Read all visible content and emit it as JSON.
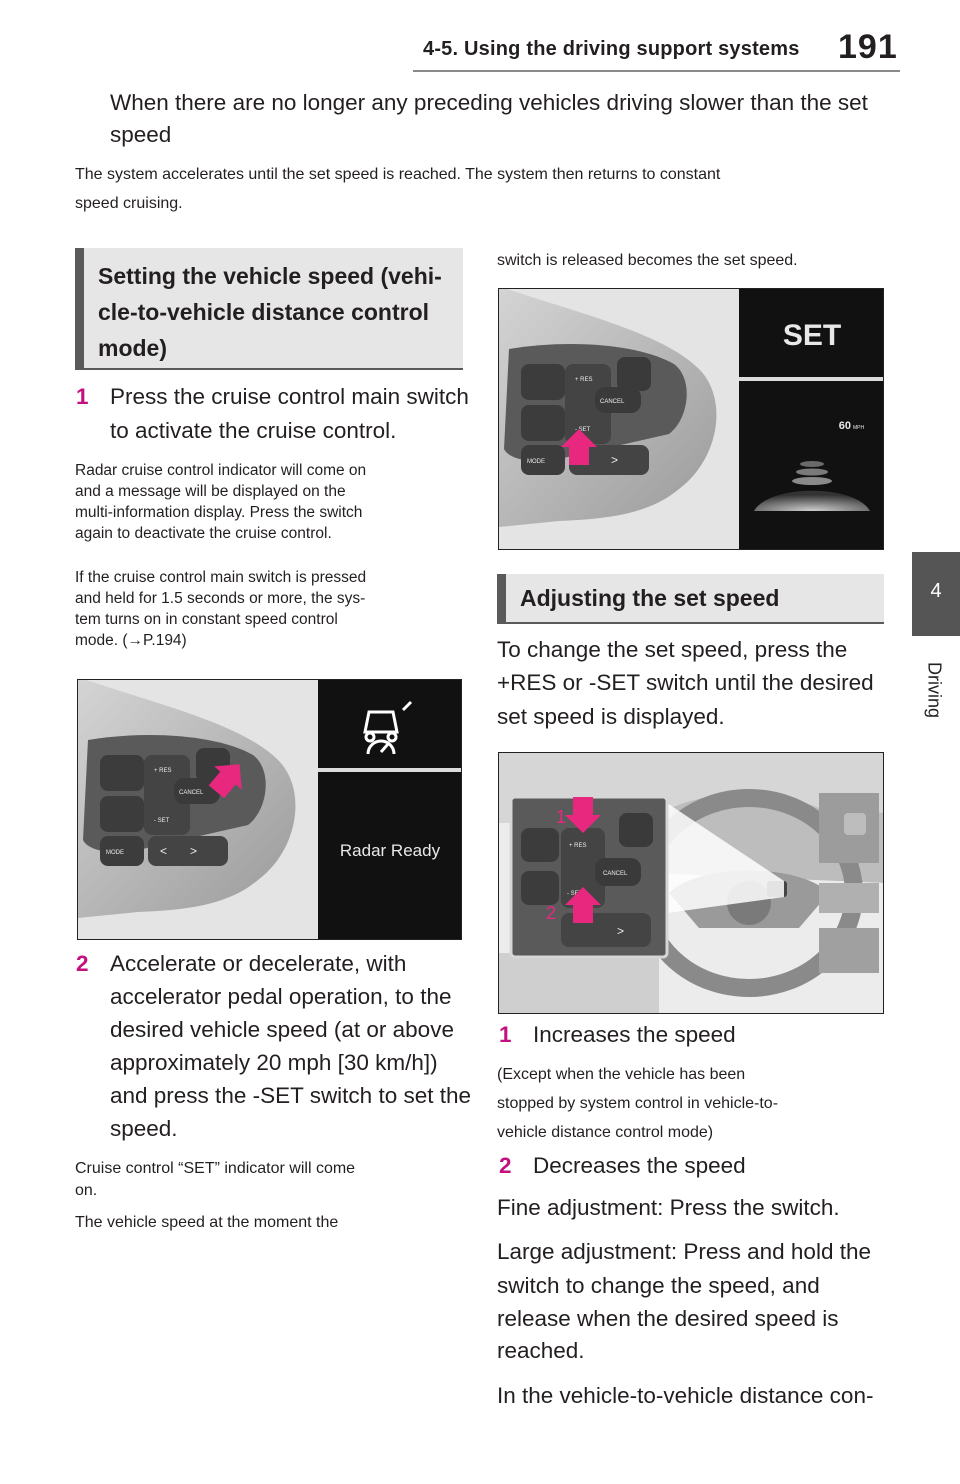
{
  "header": {
    "section_title": "4-5. Using the driving support systems",
    "page_number": "191"
  },
  "side_tab": {
    "number": "4",
    "label": "Driving"
  },
  "intro": {
    "lead_line1": "When there are no longer any preceding vehicles driving slower than the set",
    "lead_line2": "speed",
    "note_line1": "The system accelerates until the set speed is reached. The system then returns to constant",
    "note_line2": "speed cruising."
  },
  "section_setting": {
    "heading_line1": "Setting the vehicle speed (vehi-",
    "heading_line2": "cle-to-vehicle distance control",
    "heading_line3": "mode)",
    "step1_num": "1",
    "step1_line1": "Press the cruise control main switch",
    "step1_line2": "to activate the cruise control.",
    "step1_note": [
      "Radar cruise control indicator will come on",
      "and a message will be displayed on the",
      "multi-information display. Press the switch",
      "again to deactivate the cruise control."
    ],
    "step1_note2": [
      "If the cruise control main switch is pressed",
      "and held for 1.5 seconds or more, the sys-",
      "tem turns on in constant speed control",
      "mode. (→P.194)"
    ],
    "figure1": {
      "switch_labels": {
        "res": "+ RES",
        "set": "- SET",
        "cancel": "CANCEL",
        "mode": "MODE"
      },
      "display_text": "Radar Ready"
    },
    "step2_num": "2",
    "step2_lines": [
      "Accelerate or decelerate, with",
      "accelerator pedal operation, to the",
      "desired vehicle speed (at or above",
      "approximately 20 mph [30 km/h])",
      "and press the -SET switch to set the",
      "speed."
    ],
    "step2_note": [
      "Cruise control “SET” indicator will come",
      "on."
    ],
    "step2_note2_line1": "The vehicle speed at the moment the",
    "step2_note2_line2": "switch is released becomes the set speed.",
    "figure2": {
      "switch_labels": {
        "res": "+ RES",
        "set": "- SET",
        "cancel": "CANCEL",
        "mode": "MODE"
      },
      "display_set": "SET",
      "display_speed": "60",
      "display_unit": "MPH"
    }
  },
  "section_adjust": {
    "heading": "Adjusting the set speed",
    "body": [
      "To change the set speed, press the",
      "+RES or -SET switch until the desired",
      "set speed is displayed."
    ],
    "figure3": {
      "switch_labels": {
        "res": "+ RES",
        "set": "- SET",
        "cancel": "CANCEL"
      },
      "callout1": "1",
      "callout2": "2"
    },
    "item1_num": "1",
    "item1_text": "Increases the speed",
    "item1_note": [
      "(Except when the vehicle has been",
      "stopped by system control in vehicle-to-",
      "vehicle distance control mode)"
    ],
    "item2_num": "2",
    "item2_text": "Decreases the speed",
    "fine": "Fine adjustment: Press the switch.",
    "large": [
      "Large adjustment: Press and hold the",
      "switch to change the speed, and",
      "release when the desired speed is",
      "reached."
    ],
    "continuation": "In the vehicle-to-vehicle distance con-"
  },
  "colors": {
    "accent": "#c4107f",
    "arrow": "#e8277f",
    "heading_bg": "#e6e6e6",
    "heading_bar": "#5a5a5a"
  }
}
